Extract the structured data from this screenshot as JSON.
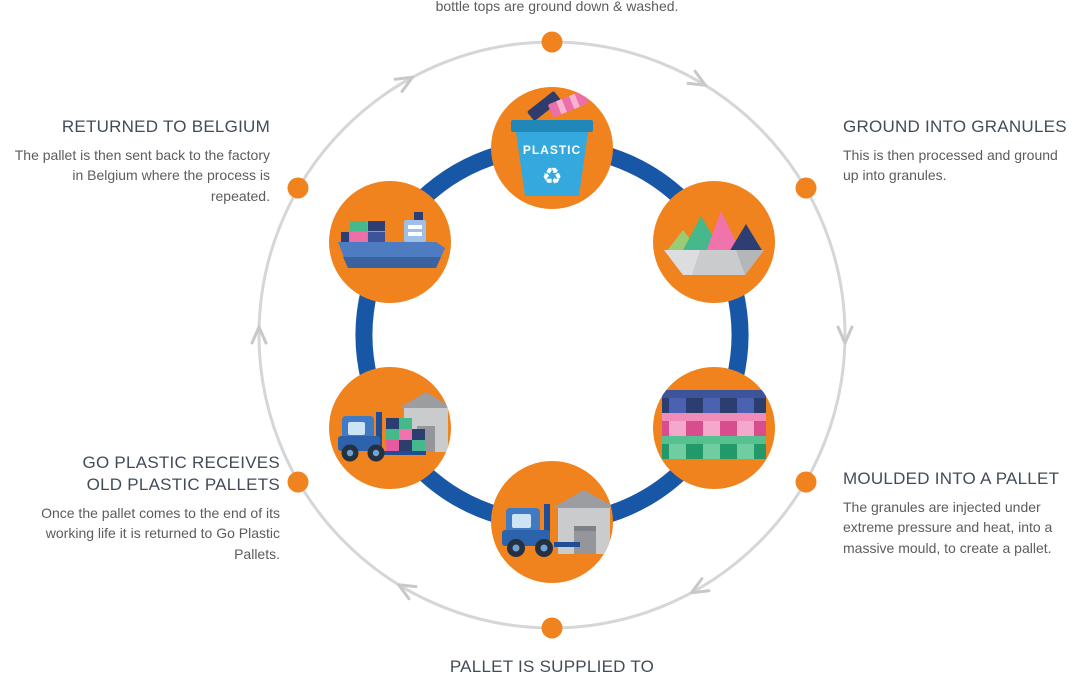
{
  "palette": {
    "orange": "#F0831E",
    "arc_blue": "#1857A6",
    "ring_gray": "#D5D6D8",
    "heading_text": "#414C58",
    "body_text": "#5B5C5E"
  },
  "icons": {
    "recycle_symbol": "♻"
  },
  "bin_label": "PLASTIC",
  "top_caption": "bottle tops are ground down & washed.",
  "labels": {
    "returned": {
      "title": "RETURNED TO BELGIUM",
      "body": "The pallet is then sent back to the factory in Belgium where the process is repeated."
    },
    "ground": {
      "title": "GROUND INTO GRANULES",
      "body": "This is then processed and ground up into granules."
    },
    "moulded": {
      "title": "MOULDED INTO A PALLET",
      "body": "The granules are injected under extreme pressure and heat, into a massive mould, to create a pallet."
    },
    "receives": {
      "title": "GO PLASTIC RECEIVES\nOLD PLASTIC PALLETS",
      "body": "Once the pallet comes to the end of its working life it is returned to Go Plastic Pallets."
    },
    "supplied": {
      "title": "PALLET IS SUPPLIED TO"
    }
  },
  "stages": [
    {
      "name": "plastic-recycling-bin"
    },
    {
      "name": "ground-into-granules-bowl"
    },
    {
      "name": "moulded-pallet-stack"
    },
    {
      "name": "forklift-supplying-pallet"
    },
    {
      "name": "forklift-returning-old-pallets"
    },
    {
      "name": "cargo-ship-to-belgium"
    }
  ]
}
